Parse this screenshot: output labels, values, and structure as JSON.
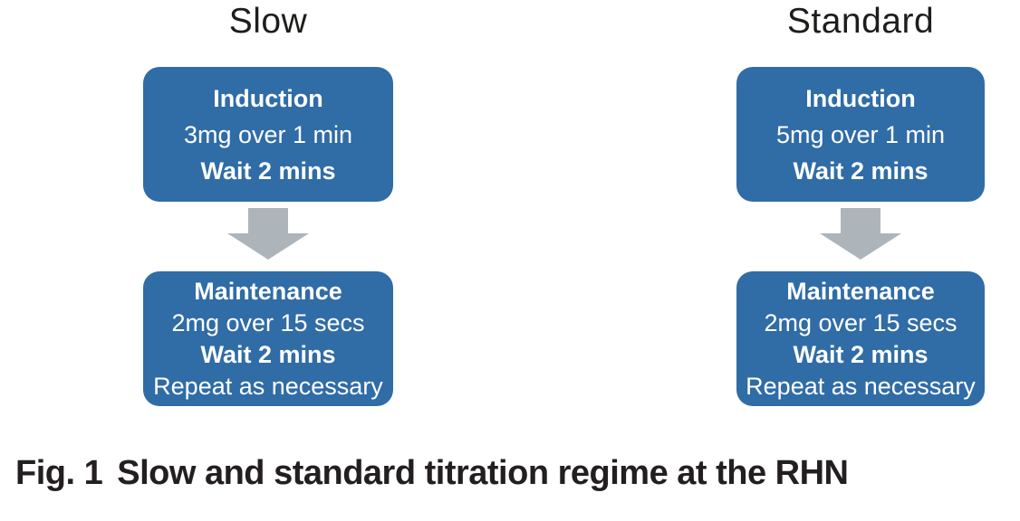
{
  "figure": {
    "columns": [
      {
        "title": "Slow",
        "induction": {
          "heading": "Induction",
          "dose": "3mg over 1 min",
          "wait": "Wait 2 mins"
        },
        "maintenance": {
          "heading": "Maintenance",
          "dose": "2mg over 15 secs",
          "wait": "Wait 2 mins",
          "repeat": "Repeat as necessary"
        }
      },
      {
        "title": "Standard",
        "induction": {
          "heading": "Induction",
          "dose": "5mg over 1 min",
          "wait": "Wait 2 mins"
        },
        "maintenance": {
          "heading": "Maintenance",
          "dose": "2mg over 15 secs",
          "wait": "Wait 2 mins",
          "repeat": "Repeat as necessary"
        }
      }
    ],
    "caption": {
      "label": "Fig. 1",
      "text": "Slow and standard titration regime at the RHN"
    },
    "icons": {
      "down_arrow": "down-arrow"
    },
    "colors": {
      "box_blue": "#306CA6",
      "arrow_gray": "#ADB4BA",
      "box_text": "#FFFFFF",
      "heading_text": "#1D1D1B",
      "caption_text": "#231F20",
      "background": "#FFFFFF"
    }
  }
}
